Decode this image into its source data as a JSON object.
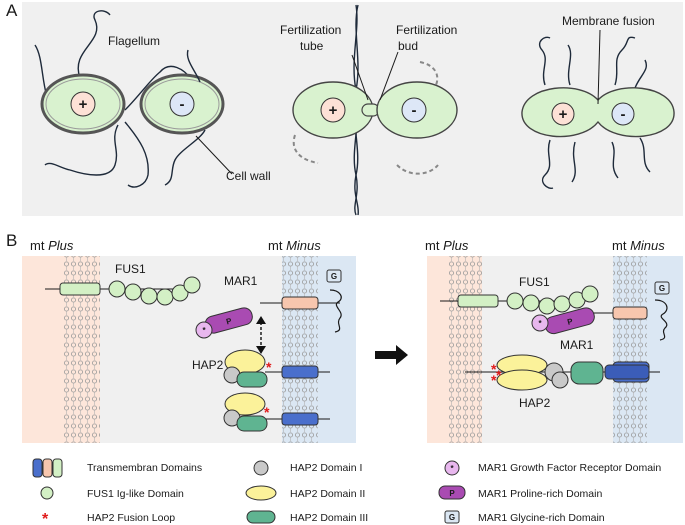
{
  "panel_a": {
    "letter": "A",
    "labels": {
      "flagellum": "Flagellum",
      "cell_wall": "Cell wall",
      "fertilization_tube_1": "Fertilization",
      "fertilization_tube_2": "tube",
      "fertilization_bud_1": "Fertilization",
      "fertilization_bud_2": "bud",
      "membrane_fusion": "Membrane fusion"
    },
    "plus_symbol": "+",
    "minus_symbol": "-"
  },
  "panel_b": {
    "letter": "B",
    "left": {
      "mt_prefix": "mt ",
      "plus_word": "Plus",
      "minus_word": "Minus",
      "fus1": "FUS1",
      "mar1": "MAR1",
      "hap2": "HAP2"
    },
    "right": {
      "mt_prefix": "mt ",
      "plus_word": "Plus",
      "minus_word": "Minus",
      "fus1": "FUS1",
      "mar1": "MAR1",
      "hap2": "HAP2"
    },
    "glyphs": {
      "g": "G",
      "p": "P",
      "star": "*"
    }
  },
  "legend": {
    "items": [
      "Transmembran Domains",
      "FUS1 Ig-like Domain",
      "HAP2 Fusion Loop",
      "HAP2 Domain I",
      "HAP2 Domain II",
      "HAP2 Domain III",
      "MAR1 Growth Factor Receptor Domain",
      "MAR1 Proline-rich Domain",
      "MAR1 Glycine-rich Domain"
    ]
  },
  "colors": {
    "panel_bg": "#f0f0f0",
    "cell_fill": "#d9f2cf",
    "plus_nucleus": "#fde1d6",
    "minus_nucleus": "#dde7f7",
    "plus_side": "#fde6da",
    "minus_side": "#dbe7f3",
    "fus1": "#d3f0c5",
    "hap2_domain_ii": "#fbf29a",
    "hap2_domain_iii": "#5fb491",
    "hap2_domain_i": "#c9c9c9",
    "mar1_proline": "#a94bb2",
    "mar1_gfr": "#e8b7ee",
    "tm_blue": "#4a6fcc",
    "tm_pink": "#f7c6ae",
    "fusion_loop": "#e01b1b",
    "arrow": "#111111"
  }
}
